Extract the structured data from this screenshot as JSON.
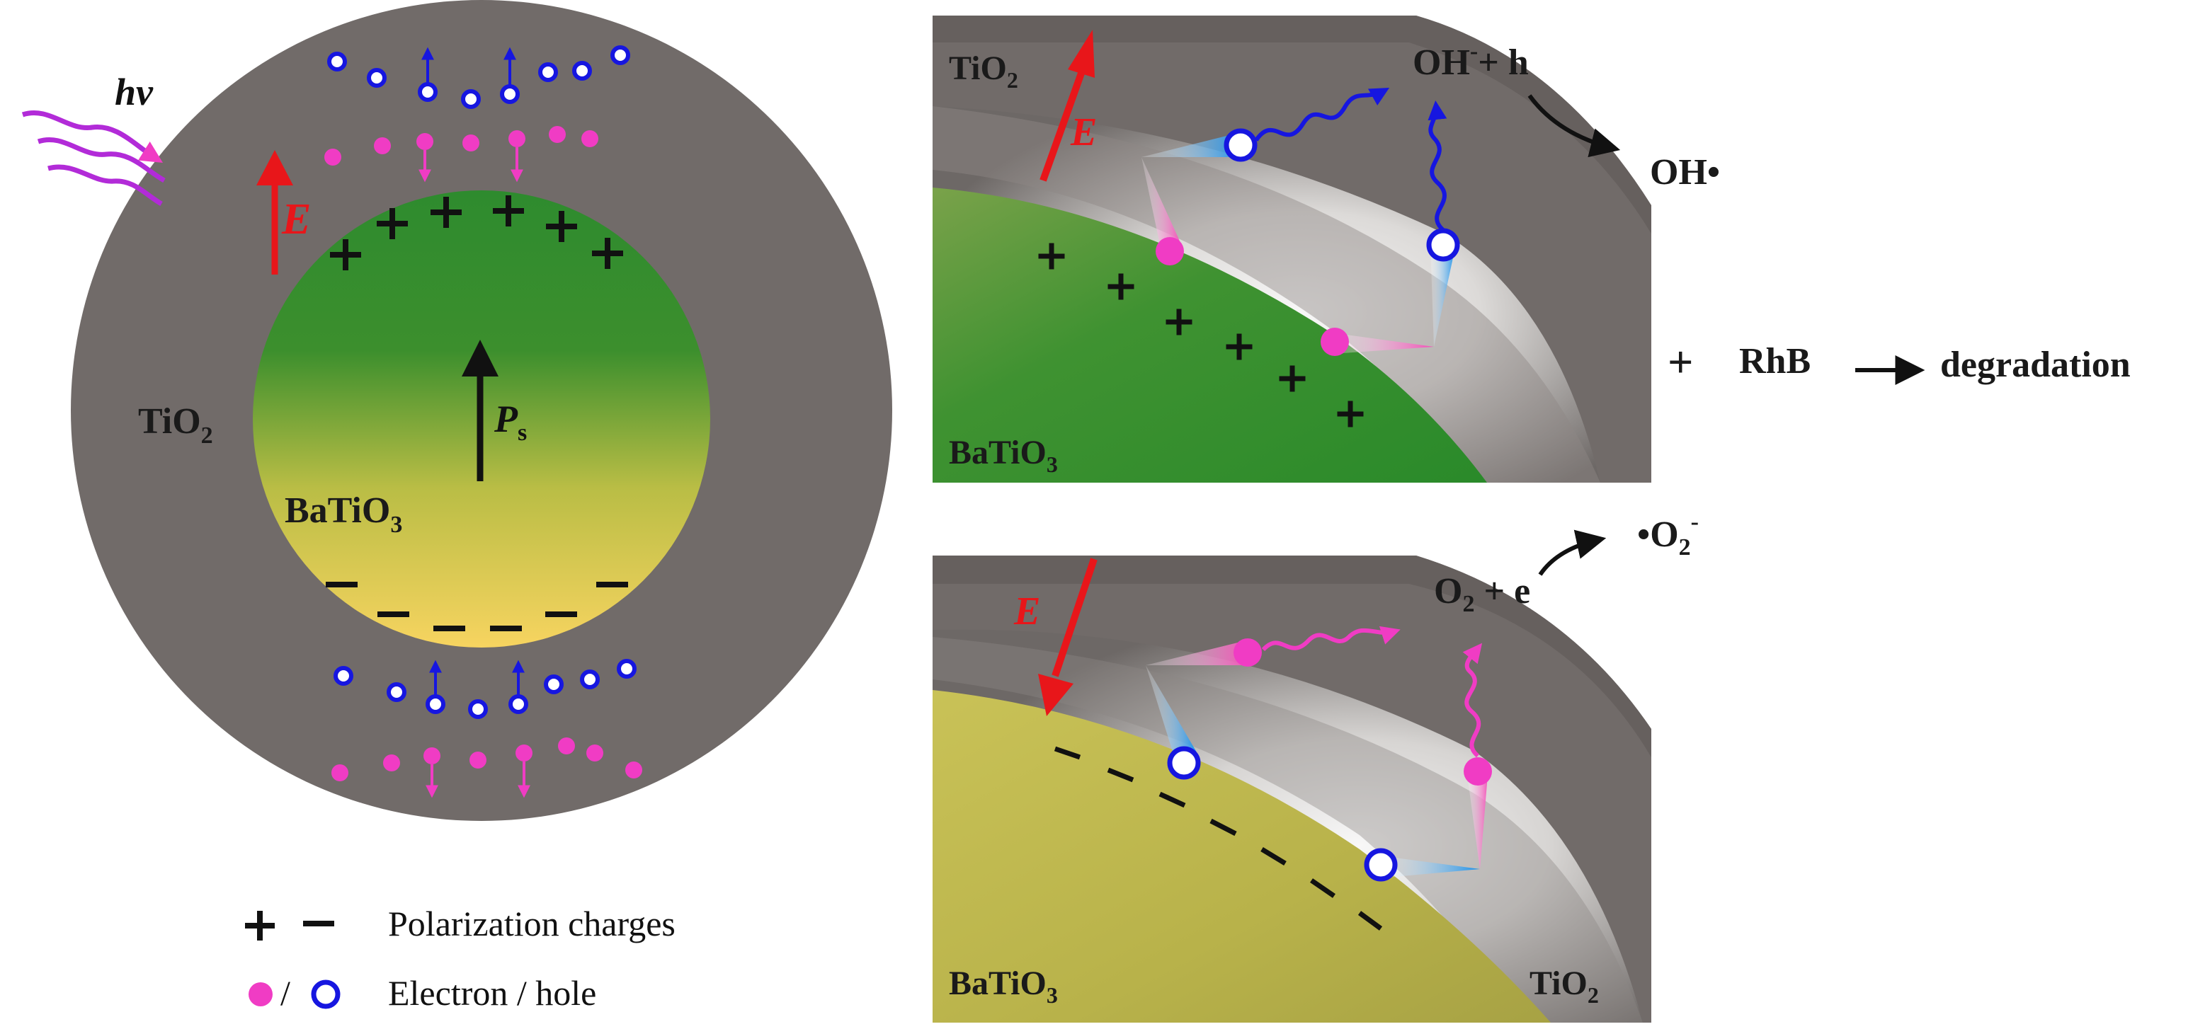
{
  "colors": {
    "shell": "#716b69",
    "shell_light": "#9a9593",
    "core_top": "#2e8b2e",
    "core_bottom": "#f5d25a",
    "electron": "#f03cc4",
    "hole": "#1616e0",
    "field": "#e8161a",
    "light": "#b22bd8",
    "text": "#1a1a1a"
  },
  "left_panel": {
    "light_label": "hν",
    "field_label": "E",
    "shell_label": "TiO",
    "shell_sub": "2",
    "core_label": "BaTiO",
    "core_sub": "3",
    "pol_label": "P",
    "pol_sub": "s"
  },
  "top_right": {
    "shell_label": "TiO",
    "shell_sub": "2",
    "field_label": "E",
    "core_label": "BaTiO",
    "core_sub": "3",
    "reaction_oh": "OH",
    "reaction_oh_sup": "-",
    "reaction_h": "+ h",
    "product": "OH•",
    "plus": "+",
    "rhb": "RhB",
    "result": "degradation"
  },
  "bottom_right": {
    "field_label": "E",
    "core_label": "BaTiO",
    "core_sub": "3",
    "shell_label": "TiO",
    "shell_sub": "2",
    "reaction_o2": "O",
    "reaction_o2_sub": "2",
    "reaction_e": " + e",
    "product": "•O",
    "product_sub": "2",
    "product_sup": "-"
  },
  "legend": {
    "charges_text": "Polarization charges",
    "carriers_text": "Electron / hole",
    "slash": "/"
  }
}
